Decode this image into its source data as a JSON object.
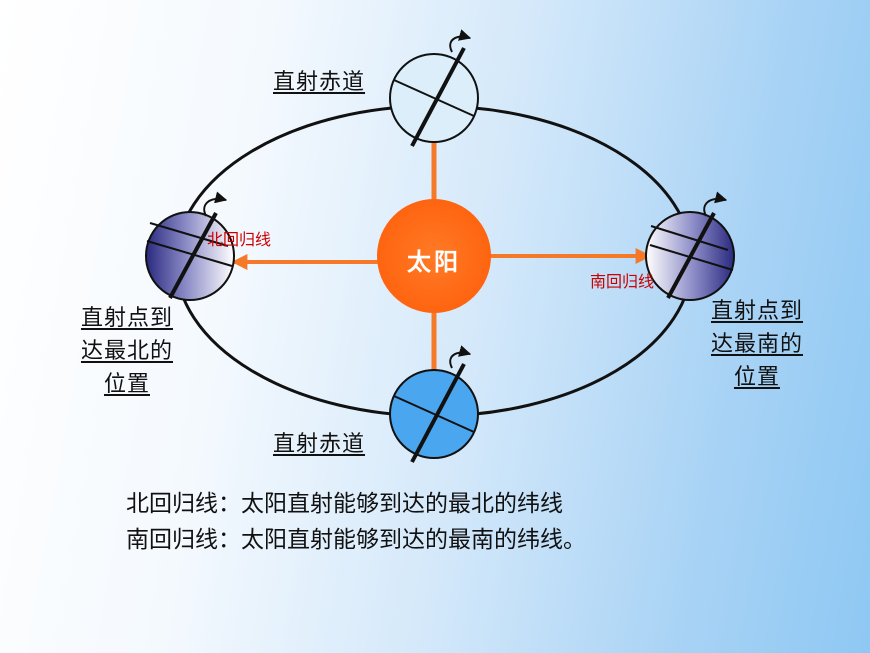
{
  "sun_label": "太阳",
  "earth_top_label": "直射赤道",
  "earth_bottom_label": "直射赤道",
  "earth_left": {
    "tropic_label": "北回归线",
    "desc_line1": "直射点到",
    "desc_line2": "达最北的",
    "desc_line3": "位置"
  },
  "earth_right": {
    "tropic_label": "南回归线",
    "desc_line1": "直射点到",
    "desc_line2": "达最南的",
    "desc_line3": "位置"
  },
  "definitions": [
    "北回归线：太阳直射能够到达的最北的纬线",
    "南回归线：太阳直射能够到达的最南的纬线。"
  ],
  "colors": {
    "sun": "#ff6a14",
    "arrow": "#f47a2a",
    "earth_top": "#dbeefa",
    "earth_bottom": "#4aa6ee",
    "earth_side_dark": "#2e2e86",
    "tropic_label": "#cc0000"
  }
}
